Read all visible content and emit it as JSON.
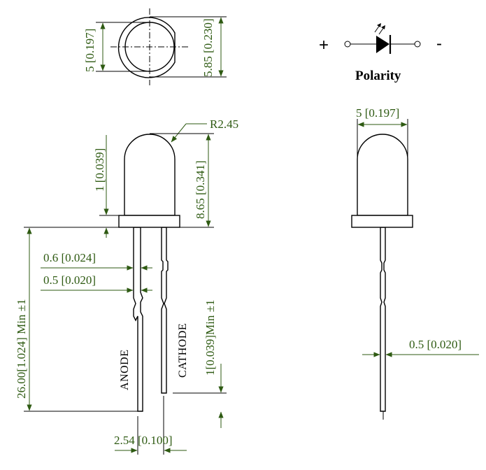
{
  "top_view": {
    "dim_inner_diameter": "5 [0.197]",
    "dim_flange_diameter": "5.85 [0.230]"
  },
  "polarity": {
    "plus": "+",
    "minus": "-",
    "title": "Polarity"
  },
  "side_view": {
    "radius": "R2.45",
    "dim_flange_thickness": "1 [0.039]",
    "dim_body_height": "8.65 [0.341]",
    "dim_lead_length": "26.00[1.024] Min ±1",
    "dim_lead_wide": "0.6 [0.024]",
    "dim_lead_narrow": "0.5 [0.020]",
    "dim_kink_offset": "1[0.039]Min ±1",
    "dim_lead_spacing": "2.54 [0.100]",
    "anode_label": "ANODE",
    "cathode_label": "CATHODE"
  },
  "front_view": {
    "dim_body_diameter": "5 [0.197]",
    "dim_lead_thickness": "0.5 [0.020]"
  },
  "colors": {
    "dimension": "#2e5a12",
    "outline": "#000000"
  }
}
